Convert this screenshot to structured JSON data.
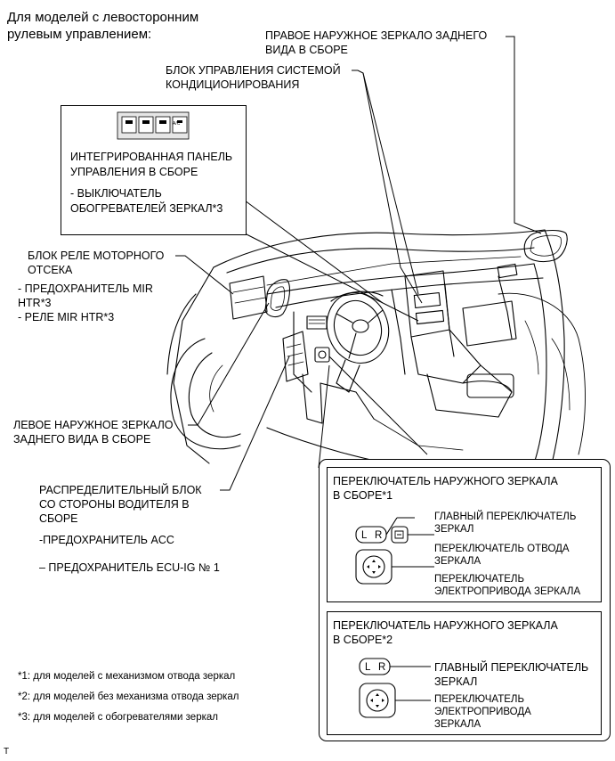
{
  "header": {
    "line1": "Для моделей с левосторонним",
    "line2": "рулевым управлением:"
  },
  "labels": {
    "right_mirror": [
      "ПРАВОЕ НАРУЖНОЕ ЗЕРКАЛО ЗАДНЕГО",
      "ВИДА В СБОРЕ"
    ],
    "ac_control": [
      "БЛОК УПРАВЛЕНИЯ СИСТЕМОЙ",
      "КОНДИЦИОНИРОВАНИЯ"
    ],
    "panel": [
      "ИНТЕГРИРОВАННАЯ ПАНЕЛЬ",
      "УПРАВЛЕНИЯ В СБОРЕ"
    ],
    "panel_sub": [
      "- ВЫКЛЮЧАТЕЛЬ",
      "ОБОГРЕВАТЕЛЕЙ ЗЕРКАЛ*3"
    ],
    "relay_block": [
      "БЛОК РЕЛЕ МОТОРНОГО",
      "ОТСЕКА"
    ],
    "relay_fuse": [
      "- ПРЕДОХРАНИТЕЛЬ MIR",
      "HTR*3"
    ],
    "relay_relay": "- РЕЛЕ MIR HTR*3",
    "left_mirror": [
      "ЛЕВОЕ НАРУЖНОЕ ЗЕРКАЛО",
      "ЗАДНЕГО ВИДА В СБОРЕ"
    ],
    "junction": [
      "РАСПРЕДЕЛИТЕЛЬНЫЙ БЛОК",
      "СО СТОРОНЫ ВОДИТЕЛЯ В",
      "СБОРЕ"
    ],
    "junction_acc": "-ПРЕДОХРАНИТЕЛЬ ACC",
    "junction_ecu": "– ПРЕДОХРАНИТЕЛЬ ECU-IG № 1"
  },
  "inset": {
    "section1": {
      "title": [
        "ПЕРЕКЛЮЧАТЕЛЬ НАРУЖНОГО ЗЕРКАЛА",
        "В СБОРЕ*1"
      ],
      "main_switch": [
        "ГЛАВНЫЙ ПЕРЕКЛЮЧАТЕЛЬ",
        "ЗЕРКАЛ"
      ],
      "retract_switch": [
        "ПЕРЕКЛЮЧАТЕЛЬ ОТВОДА",
        "ЗЕРКАЛА"
      ],
      "drive_switch": [
        "ПЕРЕКЛЮЧАТЕЛЬ",
        "ЭЛЕКТРОПРИВОДА ЗЕРКАЛА"
      ]
    },
    "section2": {
      "title": [
        "ПЕРЕКЛЮЧАТЕЛЬ НАРУЖНОГО ЗЕРКАЛА",
        "В СБОРЕ*2"
      ],
      "main_switch": [
        "ГЛАВНЫЙ ПЕРЕКЛЮЧАТЕЛЬ",
        "ЗЕРКАЛ"
      ],
      "drive_switch": [
        "ПЕРЕКЛЮЧАТЕЛЬ",
        "ЭЛЕКТРОПРИВОДА",
        "ЗЕРКАЛА"
      ]
    },
    "switch_l": "L",
    "switch_r": "R",
    "panel_icon_ac": "A/C"
  },
  "footnotes": [
    "*1: для моделей с механизмом отвода зеркал",
    "*2: для моделей без механизма отвода зеркал",
    "*3: для моделей с обогревателями зеркал"
  ],
  "corner_mark": "T"
}
